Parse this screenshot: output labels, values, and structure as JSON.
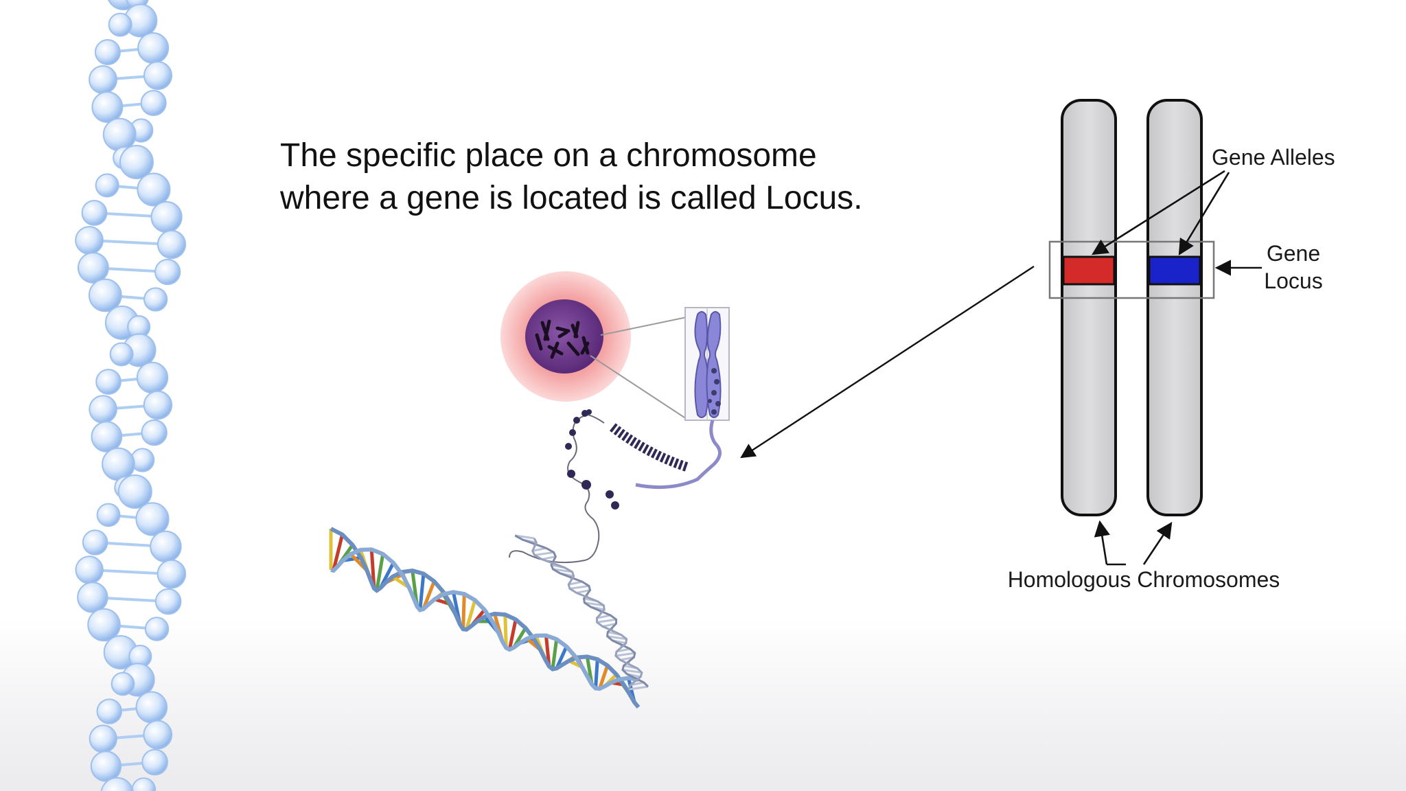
{
  "slide": {
    "caption_lines": [
      "The specific place on a chromosome",
      "where a gene is located is called Locus."
    ]
  },
  "diagram": {
    "label_gene_alleles": "Gene Alleles",
    "label_gene_locus_line1": "Gene",
    "label_gene_locus_line2": "Locus",
    "label_homologous": "Homologous Chromosomes",
    "colors": {
      "allele_left": "#d42a2a",
      "allele_right": "#1a22c9",
      "chromosome_fill": "#d3d3d6",
      "dna_decoration": "#aecdf2",
      "cell_outer": "#f6a6a6",
      "nucleus": "#6d3a8c",
      "chromatid": "#8a86d8"
    }
  }
}
